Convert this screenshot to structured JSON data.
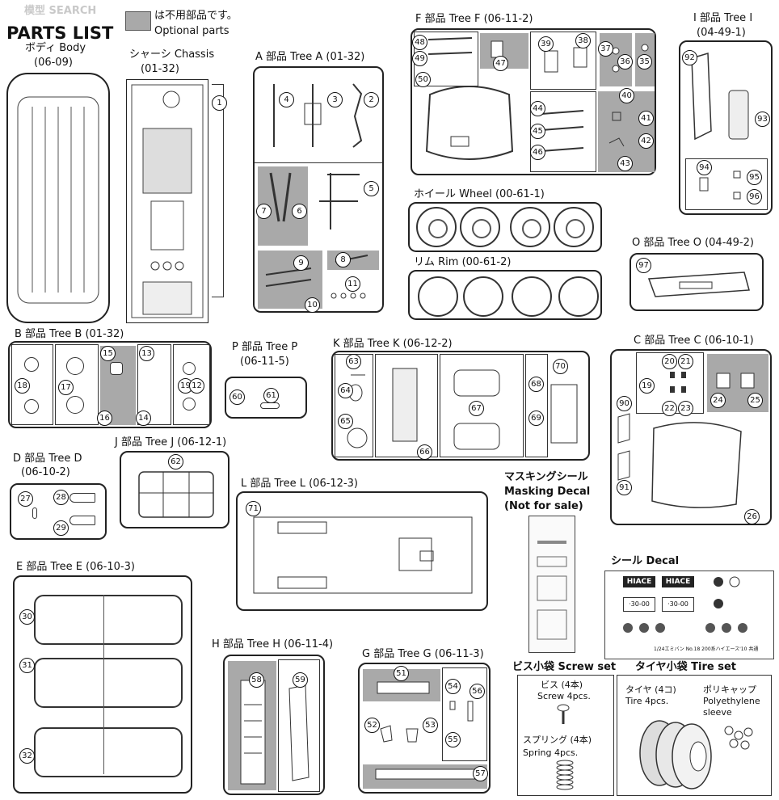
{
  "watermark": "模型 SEARCH",
  "header": {
    "title": "PARTS LIST",
    "legend_ja": "は不用部品です。",
    "legend_en": "Optional parts",
    "legend_color": "#a9a9a9"
  },
  "body": {
    "label": "ボディ Body",
    "code": "(06-09)"
  },
  "chassis": {
    "label": "シャーシ Chassis",
    "code": "(01-32)",
    "part": "1"
  },
  "tree_a": {
    "label": "A 部品 Tree A (01-32)",
    "parts": [
      "2",
      "3",
      "4",
      "5",
      "6",
      "7",
      "8",
      "9",
      "10",
      "11"
    ]
  },
  "tree_b": {
    "label": "B 部品 Tree B (01-32)",
    "parts": [
      "12",
      "13",
      "14",
      "15",
      "16",
      "17",
      "18",
      "19"
    ]
  },
  "tree_c": {
    "label": "C 部品 Tree C (06-10-1)",
    "parts": [
      "20",
      "21",
      "22",
      "23",
      "24",
      "25",
      "26",
      "90",
      "91",
      "19"
    ]
  },
  "tree_d": {
    "label": "D 部品 Tree D",
    "code": "(06-10-2)",
    "parts": [
      "27",
      "28",
      "29"
    ]
  },
  "tree_e": {
    "label": "E 部品 Tree E (06-10-3)",
    "parts": [
      "30",
      "31",
      "32"
    ]
  },
  "tree_f": {
    "label": "F 部品 Tree F (06-11-2)",
    "parts": [
      "35",
      "36",
      "37",
      "38",
      "39",
      "40",
      "41",
      "42",
      "43",
      "44",
      "45",
      "46",
      "47",
      "48",
      "49",
      "50"
    ]
  },
  "tree_g": {
    "label": "G 部品 Tree G (06-11-3)",
    "parts": [
      "51",
      "52",
      "53",
      "54",
      "55",
      "56",
      "57"
    ]
  },
  "tree_h": {
    "label": "H 部品 Tree H (06-11-4)",
    "parts": [
      "58",
      "59"
    ]
  },
  "tree_i": {
    "label": "I 部品 Tree I",
    "code": "(04-49-1)",
    "parts": [
      "92",
      "93",
      "94",
      "95",
      "96"
    ]
  },
  "tree_j": {
    "label": "J 部品 Tree J (06-12-1)",
    "parts": [
      "62"
    ]
  },
  "tree_k": {
    "label": "K 部品 Tree K (06-12-2)",
    "parts": [
      "63",
      "64",
      "65",
      "66",
      "67",
      "68",
      "69",
      "70"
    ]
  },
  "tree_l": {
    "label": "L 部品 Tree L (06-12-3)",
    "parts": [
      "71"
    ]
  },
  "tree_o": {
    "label": "O 部品 Tree O (04-49-2)",
    "parts": [
      "97"
    ]
  },
  "tree_p": {
    "label": "P 部品 Tree P",
    "code": "(06-11-5)",
    "parts": [
      "60",
      "61"
    ]
  },
  "wheel": {
    "label": "ホイール Wheel (00-61-1)"
  },
  "rim": {
    "label": "リム Rim (00-61-2)"
  },
  "masking": {
    "ja": "マスキングシール",
    "en1": "Masking Decal",
    "en2": "(Not for sale)"
  },
  "decal": {
    "label": "シール Decal",
    "hiace": "HIACE",
    "plate_a": "·30-00",
    "plate_b": "·30-00",
    "caption": "1/24エミバン No.18 200系ハイエース'10 共通"
  },
  "screw_set": {
    "title": "ビス小袋 Screw set",
    "screw_ja": "ビス (4本)",
    "screw_en": "Screw 4pcs.",
    "spring_ja": "スプリング (4本)",
    "spring_en": "Spring 4pcs."
  },
  "tire_set": {
    "title": "タイヤ小袋 Tire set",
    "tire_ja": "タイヤ (4コ)",
    "tire_en": "Tire 4pcs.",
    "cap_ja": "ポリキャップ",
    "cap_en1": "Polyethylene",
    "cap_en2": "sleeve"
  }
}
